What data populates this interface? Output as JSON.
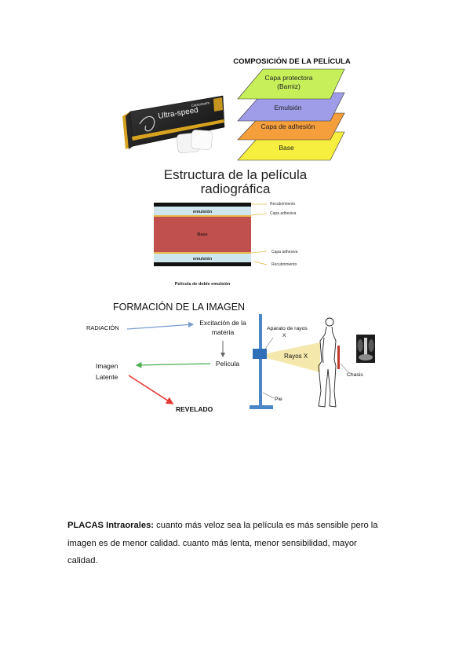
{
  "composition": {
    "title": "COMPOSICIÓN DE LA PELÍCULA",
    "layers": [
      {
        "label": "Capa protectora",
        "label2": "(Barniz)",
        "color": "#c6ef5a"
      },
      {
        "label": "Emulsión",
        "color": "#9f9ce8"
      },
      {
        "label": "Capa de adhesión",
        "color": "#f59e3c"
      },
      {
        "label": "Base",
        "color": "#f7ef3f"
      }
    ]
  },
  "film_box": {
    "brand": "Ultra-speed",
    "maker": "Carestream"
  },
  "structure": {
    "title_line1": "Estructura de la película",
    "title_line2": "radiográfica",
    "layers": {
      "emulsion_top": "emulsión",
      "base": "Base",
      "emulsion_bottom": "emulsión"
    },
    "labels": {
      "recubrimiento_top": "Recubrimiento",
      "capa_adhesiva_top": "Capa adhesiva",
      "capa_adhesiva_bottom": "Capa adhesiva",
      "recubrimiento_bottom": "Recubrimiento"
    },
    "caption": "Película de doble emulsión",
    "colors": {
      "base": "#c0504d",
      "emulsion": "#cfe6ef",
      "coat": "#111111",
      "adhesive": "#e7b84a"
    }
  },
  "formation": {
    "title": "FORMACIÓN DE LA IMAGEN",
    "radiacion": "RADIACIÓN",
    "excitacion_line1": "Excitación de la",
    "excitacion_line2": "materia",
    "pelicula": "Película",
    "imagen_line1": "Imagen",
    "imagen_line2": "Latente",
    "revelado": "REVELADO"
  },
  "xray_diagram": {
    "aparato_line1": "Aparato de rayos",
    "aparato_line2": "X",
    "rayos": "Rayos X",
    "chasis": "Chasis",
    "pie": "Pie"
  },
  "paragraph": {
    "bold": "PLACAS Intraorales:",
    "text1": " cuanto más veloz sea la película es más sensible pero la",
    "text2": "imagen es de menor calidad. cuanto más lenta, menor sensibilidad, mayor",
    "text3": "calidad."
  }
}
